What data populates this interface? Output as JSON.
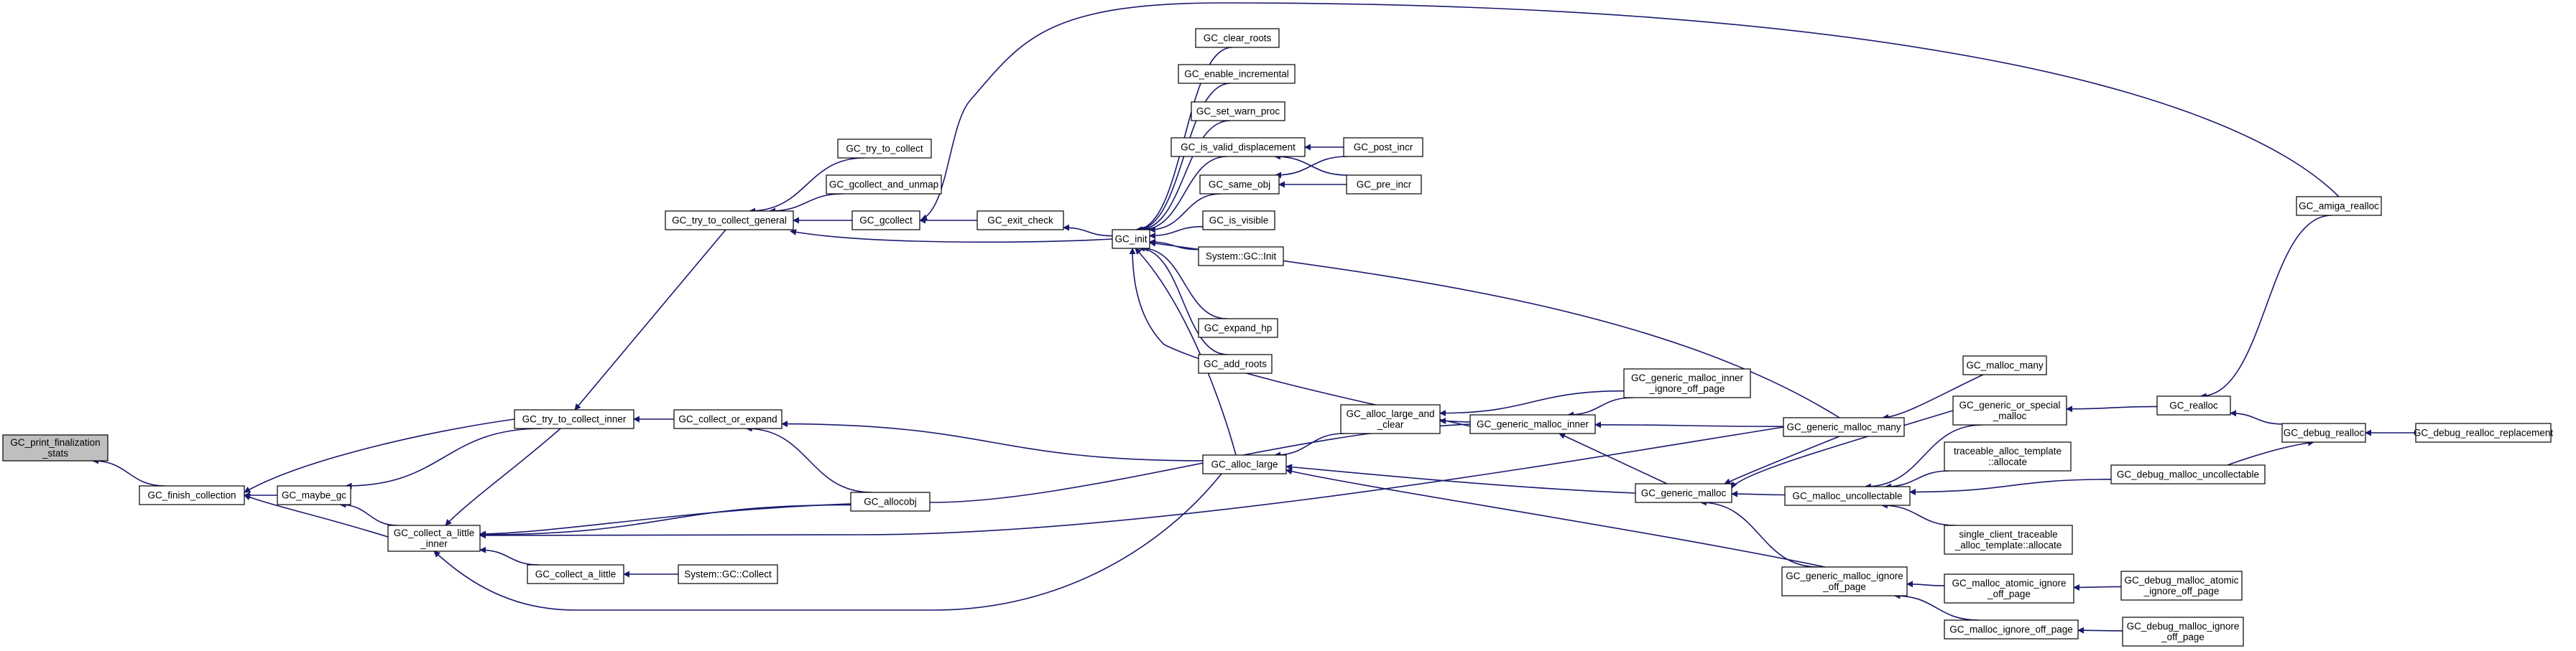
{
  "colors": {
    "edge": "#191970",
    "root_fill": "#bfbfbf",
    "node_fill": "#ffffff",
    "node_stroke": "#000000"
  },
  "nodes": {
    "print_stats": [
      "GC_print_finalization",
      "_stats"
    ],
    "finish_collection": [
      "GC_finish_collection"
    ],
    "maybe_gc": [
      "GC_maybe_gc"
    ],
    "collect_a_little_inner": [
      "GC_collect_a_little",
      "_inner"
    ],
    "try_to_collect_inner": [
      "GC_try_to_collect_inner"
    ],
    "collect_a_little": [
      "GC_collect_a_little"
    ],
    "system_collect": [
      "System::GC::Collect"
    ],
    "collect_or_expand": [
      "GC_collect_or_expand"
    ],
    "allocobj": [
      "GC_allocobj"
    ],
    "try_to_collect_general": [
      "GC_try_to_collect_general"
    ],
    "try_to_collect": [
      "GC_try_to_collect"
    ],
    "gcollect_and_unmap": [
      "GC_gcollect_and_unmap"
    ],
    "gcollect": [
      "GC_gcollect"
    ],
    "exit_check": [
      "GC_exit_check"
    ],
    "init": [
      "GC_init"
    ],
    "alloc_large": [
      "GC_alloc_large"
    ],
    "alloc_large_and_clear": [
      "GC_alloc_large_and",
      "_clear"
    ],
    "clear_roots": [
      "GC_clear_roots"
    ],
    "enable_incremental": [
      "GC_enable_incremental"
    ],
    "set_warn_proc": [
      "GC_set_warn_proc"
    ],
    "is_valid_displacement": [
      "GC_is_valid_displacement"
    ],
    "same_obj": [
      "GC_same_obj"
    ],
    "is_visible": [
      "GC_is_visible"
    ],
    "system_init": [
      "System::GC::Init"
    ],
    "expand_hp": [
      "GC_expand_hp"
    ],
    "add_roots": [
      "GC_add_roots"
    ],
    "post_incr": [
      "GC_post_incr"
    ],
    "pre_incr": [
      "GC_pre_incr"
    ],
    "generic_malloc_inner": [
      "GC_generic_malloc_inner"
    ],
    "generic_malloc_inner_ignore": [
      "GC_generic_malloc_inner",
      "_ignore_off_page"
    ],
    "generic_malloc": [
      "GC_generic_malloc"
    ],
    "generic_malloc_ignore": [
      "GC_generic_malloc_ignore",
      "_off_page"
    ],
    "generic_malloc_many": [
      "GC_generic_malloc_many"
    ],
    "malloc_many": [
      "GC_malloc_many"
    ],
    "malloc_uncollectable": [
      "GC_malloc_uncollectable"
    ],
    "generic_or_special_malloc": [
      "GC_generic_or_special",
      "_malloc"
    ],
    "traceable_alloc": [
      "traceable_alloc_template",
      "::allocate"
    ],
    "single_client_alloc": [
      "single_client_traceable",
      "_alloc_template::allocate"
    ],
    "malloc_atomic_ignore": [
      "GC_malloc_atomic_ignore",
      "_off_page"
    ],
    "malloc_ignore_off_page": [
      "GC_malloc_ignore_off_page"
    ],
    "debug_malloc_atomic_ignore": [
      "GC_debug_malloc_atomic",
      "_ignore_off_page"
    ],
    "debug_malloc_ignore": [
      "GC_debug_malloc_ignore",
      "_off_page"
    ],
    "realloc": [
      "GC_realloc"
    ],
    "amiga_realloc": [
      "GC_amiga_realloc"
    ],
    "debug_realloc": [
      "GC_debug_realloc"
    ],
    "debug_realloc_replacement": [
      "GC_debug_realloc_replacement"
    ],
    "debug_malloc_uncollectable": [
      "GC_debug_malloc_uncollectable"
    ]
  }
}
